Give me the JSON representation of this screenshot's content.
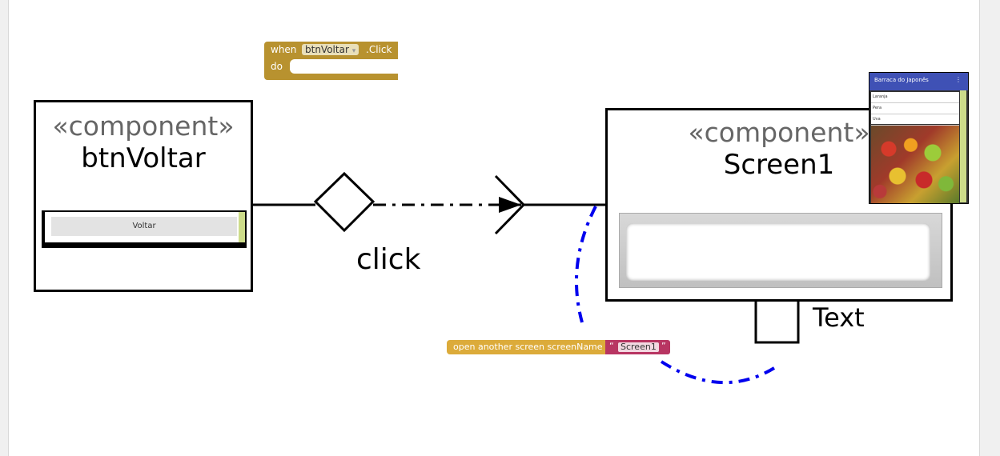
{
  "diagram": {
    "left_component": {
      "stereotype": "«component»",
      "name": "btnVoltar",
      "button_text": "Voltar"
    },
    "right_component": {
      "stereotype": "«component»",
      "name": "Screen1"
    },
    "connector_label": "click",
    "port_label": "Text",
    "event_block": {
      "when": "when",
      "component": "btnVoltar",
      "event": ".Click",
      "do": "do"
    },
    "open_screen_block": {
      "label": "open another screen  screenName",
      "open_quote": "“",
      "value": "Screen1",
      "close_quote": "”"
    },
    "phone": {
      "title": "Barraca do Japonês",
      "menu_icon": "⋮",
      "list_items": [
        "Laranja",
        "Pera",
        "Uva"
      ]
    },
    "colors": {
      "event_block": "#b8922f",
      "control_block": "#dcab3a",
      "text_block": "#b83562",
      "dash_arc": "#0000ee"
    }
  }
}
